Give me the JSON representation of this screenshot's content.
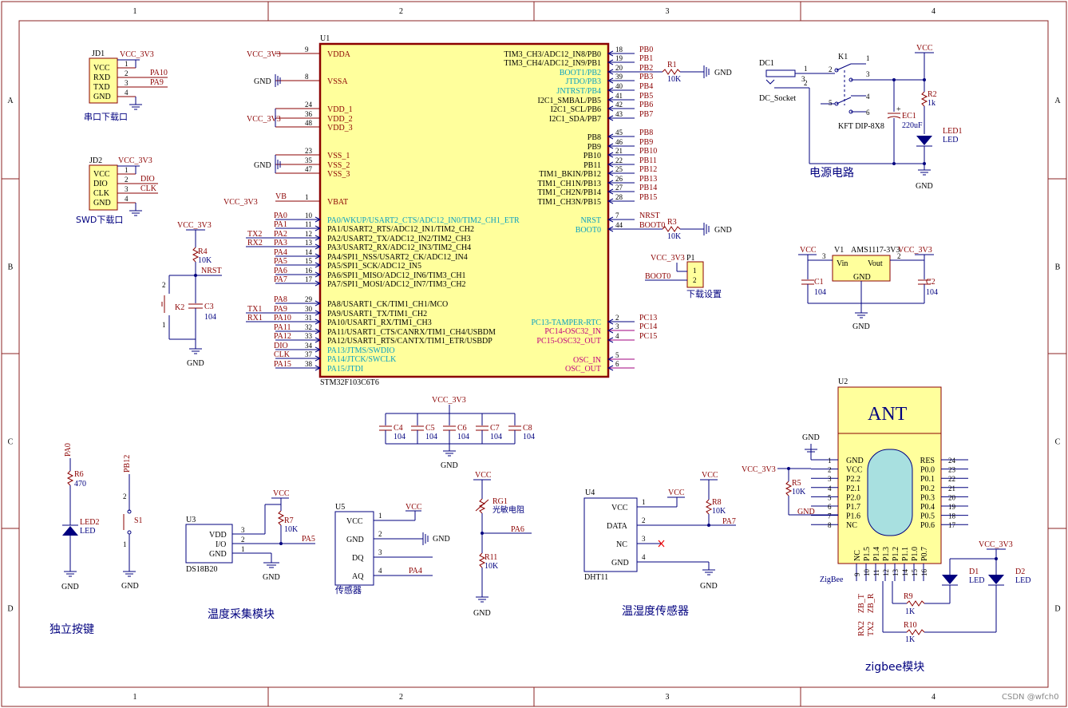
{
  "border": {
    "cols": [
      "1",
      "2",
      "3",
      "4"
    ],
    "rows": [
      "A",
      "B",
      "C",
      "D"
    ]
  },
  "mcu": {
    "ref": "U1",
    "part": "STM32F103C6T6",
    "left_pins": [
      {
        "net": "VCC_3V3",
        "num": "9",
        "name": "VDDA"
      },
      {
        "net": "GND",
        "num": "8",
        "name": "VSSA"
      },
      {
        "net": "",
        "num": "24",
        "name": "VDD_1"
      },
      {
        "net": "VCC_3V3",
        "num": "36",
        "name": "VDD_2"
      },
      {
        "net": "",
        "num": "48",
        "name": "VDD_3"
      },
      {
        "net": "",
        "num": "23",
        "name": "VSS_1"
      },
      {
        "net": "GND",
        "num": "35",
        "name": "VSS_2"
      },
      {
        "net": "",
        "num": "47",
        "name": "VSS_3"
      },
      {
        "net": "VCC_3V3",
        "num": "1",
        "name": "VBAT",
        "netlabel": "VB"
      },
      {
        "net": "PA0",
        "num": "10",
        "name": "PA0/WKUP/USART2_CTS/ADC12_IN0/TIM2_CH1_ETR"
      },
      {
        "net": "PA1",
        "num": "11",
        "name": "PA1/USART2_RTS/ADC12_IN1/TIM2_CH2"
      },
      {
        "net": "PA2",
        "num": "12",
        "name": "PA2/USART2_TX/ADC12_IN2/TIM2_CH3",
        "alias": "TX2"
      },
      {
        "net": "PA3",
        "num": "13",
        "name": "PA3/USART2_RX/ADC12_IN3/TIM2_CH4",
        "alias": "RX2"
      },
      {
        "net": "PA4",
        "num": "14",
        "name": "PA4/SPI1_NSS/USART2_CK/ADC12_IN4"
      },
      {
        "net": "PA5",
        "num": "15",
        "name": "PA5/SPI1_SCK/ADC12_IN5"
      },
      {
        "net": "PA6",
        "num": "16",
        "name": "PA6/SPI1_MISO/ADC12_IN6/TIM3_CH1"
      },
      {
        "net": "PA7",
        "num": "17",
        "name": "PA7/SPI1_MOSI/ADC12_IN7/TIM3_CH2"
      },
      {
        "net": "PA8",
        "num": "29",
        "name": "PA8/USART1_CK/TIM1_CH1/MCO"
      },
      {
        "net": "PA9",
        "num": "30",
        "name": "PA9/USART1_TX/TIM1_CH2",
        "alias": "TX1"
      },
      {
        "net": "PA10",
        "num": "31",
        "name": "PA10/USART1_RX/TIM1_CH3",
        "alias": "RX1"
      },
      {
        "net": "PA11",
        "num": "32",
        "name": "PA11/USART1_CTS/CANRX/TIM1_CH4/USBDM"
      },
      {
        "net": "PA12",
        "num": "33",
        "name": "PA12/USART1_RTS/CANTX/TIM1_ETR/USBDP"
      },
      {
        "net": "DIO",
        "num": "34",
        "name": "PA13/JTMS/SWDIO"
      },
      {
        "net": "CLK",
        "num": "37",
        "name": "PA14/JTCK/SWCLK"
      },
      {
        "net": "PA15",
        "num": "38",
        "name": "PA15/JTDI"
      }
    ],
    "right_pins": [
      {
        "name": "TIM3_CH3/ADC12_IN8/PB0",
        "num": "18",
        "net": "PB0"
      },
      {
        "name": "TIM3_CH4/ADC12_IN9/PB1",
        "num": "19",
        "net": "PB1"
      },
      {
        "name": "BOOT1/PB2",
        "num": "20",
        "net": "PB2"
      },
      {
        "name": "JTDO/PB3",
        "num": "39",
        "net": "PB3"
      },
      {
        "name": "JNTRST/PB4",
        "num": "40",
        "net": "PB4"
      },
      {
        "name": "I2C1_SMBAL/PB5",
        "num": "41",
        "net": "PB5"
      },
      {
        "name": "I2C1_SCL/PB6",
        "num": "42",
        "net": "PB6"
      },
      {
        "name": "I2C1_SDA/PB7",
        "num": "43",
        "net": "PB7"
      },
      {
        "name": "PB8",
        "num": "45",
        "net": "PB8"
      },
      {
        "name": "PB9",
        "num": "46",
        "net": "PB9"
      },
      {
        "name": "PB10",
        "num": "21",
        "net": "PB10"
      },
      {
        "name": "PB11",
        "num": "22",
        "net": "PB11"
      },
      {
        "name": "TIM1_BKIN/PB12",
        "num": "25",
        "net": "PB12"
      },
      {
        "name": "TIM1_CH1N/PB13",
        "num": "26",
        "net": "PB13"
      },
      {
        "name": "TIM1_CH2N/PB14",
        "num": "27",
        "net": "PB14"
      },
      {
        "name": "TIM1_CH3N/PB15",
        "num": "28",
        "net": "PB15"
      },
      {
        "name": "NRST",
        "num": "7",
        "net": "NRST"
      },
      {
        "name": "BOOT0",
        "num": "44",
        "net": "BOOT0"
      },
      {
        "name": "PC13-TAMPER-RTC",
        "num": "2",
        "net": "PC13"
      },
      {
        "name": "PC14-OSC32_IN",
        "num": "3",
        "net": "PC14"
      },
      {
        "name": "PC15-OSC32_OUT",
        "num": "4",
        "net": "PC15"
      },
      {
        "name": "OSC_IN",
        "num": "5",
        "net": ""
      },
      {
        "name": "OSC_OUT",
        "num": "6",
        "net": ""
      }
    ],
    "r1": {
      "ref": "R1",
      "val": "10K",
      "gnd": "GND"
    },
    "r3": {
      "ref": "R3",
      "val": "10K",
      "gnd": "GND"
    }
  },
  "jd1": {
    "ref": "JD1",
    "pwr": "VCC_3V3",
    "pins": [
      "VCC",
      "RXD",
      "TXD",
      "GND"
    ],
    "nets": [
      "",
      "PA10",
      "PA9",
      ""
    ],
    "caption": "串口下载口"
  },
  "jd2": {
    "ref": "JD2",
    "pwr": "VCC_3V3",
    "pins": [
      "VCC",
      "DIO",
      "CLK",
      "GND"
    ],
    "nets": [
      "",
      "DIO",
      "CLK",
      ""
    ],
    "caption": "SWD下载口"
  },
  "reset": {
    "pwr": "VCC_3V3",
    "r": "R4",
    "rv": "10K",
    "net": "NRST",
    "sw": "K2",
    "c": "C3",
    "cv": "104",
    "gnd": "GND"
  },
  "p1": {
    "pwr": "VCC_3V3",
    "ref": "P1",
    "net": "BOOT0",
    "caption": "下载设置"
  },
  "decoup": {
    "pwr": "VCC_3V3",
    "caps": [
      [
        "C4",
        "104"
      ],
      [
        "C5",
        "104"
      ],
      [
        "C6",
        "104"
      ],
      [
        "C7",
        "104"
      ],
      [
        "C8",
        "104"
      ]
    ],
    "gnd": "GND"
  },
  "power": {
    "dc": "DC1",
    "dcname": "DC_Socket",
    "k": "K1",
    "kname": "KFT DIP-8X8",
    "vcc": "VCC",
    "r2": "R2",
    "r2v": "1k",
    "ec": "EC1",
    "ecv": "220uF",
    "led": "LED1",
    "ledname": "LED",
    "gnd": "GND",
    "caption": "电源电路"
  },
  "ldo": {
    "vcc": "VCC",
    "ref": "V1",
    "part": "AMS1117-3V3",
    "out": "VCC_3V3",
    "vin": "Vin",
    "vout": "Vout",
    "g": "GND",
    "c1": "C1",
    "c1v": "104",
    "c2": "C2",
    "c2v": "104",
    "gnd": "GND"
  },
  "keys": {
    "led2": {
      "net": "PA0",
      "r": "R6",
      "rv": "470",
      "ref": "LED2",
      "name": "LED"
    },
    "s1": {
      "net": "PB12",
      "ref": "S1"
    },
    "gnd": "GND",
    "caption": "独立按键"
  },
  "ds18b20": {
    "ref": "U3",
    "part": "DS18B20",
    "pins": [
      "VDD",
      "I/O",
      "GND"
    ],
    "vcc": "VCC",
    "r": "R7",
    "rv": "10K",
    "net": "PA5",
    "gnd": "GND",
    "caption": "温度采集模块"
  },
  "sensor": {
    "ref": "U5",
    "pins": [
      "VCC",
      "GND",
      "DQ",
      "AQ"
    ],
    "vcc": "VCC",
    "gnd": "GND",
    "net": "PA4",
    "caption": "传感器"
  },
  "ldr": {
    "vcc": "VCC",
    "ref": "RG1",
    "name": "光敏电阻",
    "net": "PA6",
    "r": "R11",
    "rv": "10K",
    "gnd": "GND"
  },
  "dht11": {
    "ref": "U4",
    "part": "DHT11",
    "pins": [
      "VCC",
      "DATA",
      "NC",
      "GND"
    ],
    "vcc": "VCC",
    "r": "R8",
    "rv": "10K",
    "net": "PA7",
    "gnd": "GND",
    "caption": "温湿度传感器"
  },
  "zigbee": {
    "ref": "U2",
    "ant": "ANT",
    "pwr": "VCC_3V3",
    "gnd": "GND",
    "name": "ZigBee",
    "caption": "zigbee模块",
    "left": [
      "GND",
      "VCC",
      "P2.2",
      "P2.1",
      "P2.0",
      "P1.7",
      "P1.6",
      "NC"
    ],
    "right": [
      "RES",
      "P0.0",
      "P0.1",
      "P0.2",
      "P0.3",
      "P0.4",
      "P0.5",
      "P0.6"
    ],
    "bottom": [
      "NC",
      "P1.5",
      "P1.4",
      "P1.3",
      "P1.2",
      "P1.1",
      "P1.0",
      "P0.7"
    ],
    "r5": "R5",
    "r5v": "10K",
    "d1": "D1",
    "d2": "D2",
    "led": "LED",
    "r9": "R9",
    "r9v": "1K",
    "r10": "R10",
    "r10v": "1K",
    "zbt": "ZB_T",
    "zbr": "ZB_R",
    "rx2": "RX2",
    "tx2": "TX2"
  },
  "watermark": "CSDN @wfch0"
}
